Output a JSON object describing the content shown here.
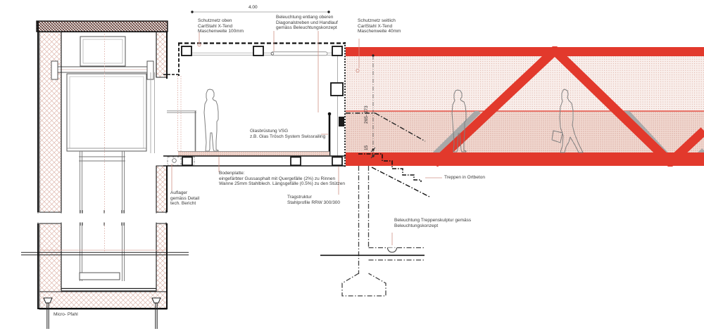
{
  "colors": {
    "accent_red": "#e2392c",
    "leader_red": "#cf9186",
    "shadow_gray": "#a8a8a8",
    "hatch_light": "#f9efec",
    "hatch_dark": "#f1d9d1",
    "line_black": "#1a1a1a"
  },
  "dimensions": {
    "span": "4.00",
    "height_range": "265- 273",
    "floor_offset": "15"
  },
  "annotations": {
    "schutznetz_oben": "Schutznetz oben\nCarlStahl X-Tend\nMaschenweite 100mm",
    "beleuchtung_diagonal": "Beleuchtung entlang oberen\nDiagonalstreben und Handlauf\ngemäss Beleuchtungskonzept",
    "schutznetz_seitlich": "Schutznetz seitlich\nCarlStahl X-Tend\nMaschenweite 40mm",
    "glasbruestung": "Glasbrüstung VSG\nz.B. Glas Trösch System Swissrailing",
    "bodenplatte": "Bodenplatte:\neingefärbter Gussasphalt mit Quergefälle (2%) zu Rinnen\nWanne 25mm Stahlblech. Längsgefälle (0.5%) zu den Stützen",
    "tragstruktur": "Tragstruktur\nStahlprofile RRW 300/300",
    "auflager": "Auflager\ngemäss Detail\ntech. Bericht",
    "treppen": "Treppen in Ortbeton",
    "beleuchtung_treppe": "Beleuchtung Treppenskulptur gemäss\nBeleuchtungskonzept",
    "micro_pfahl": "Micro- Pfahl"
  }
}
